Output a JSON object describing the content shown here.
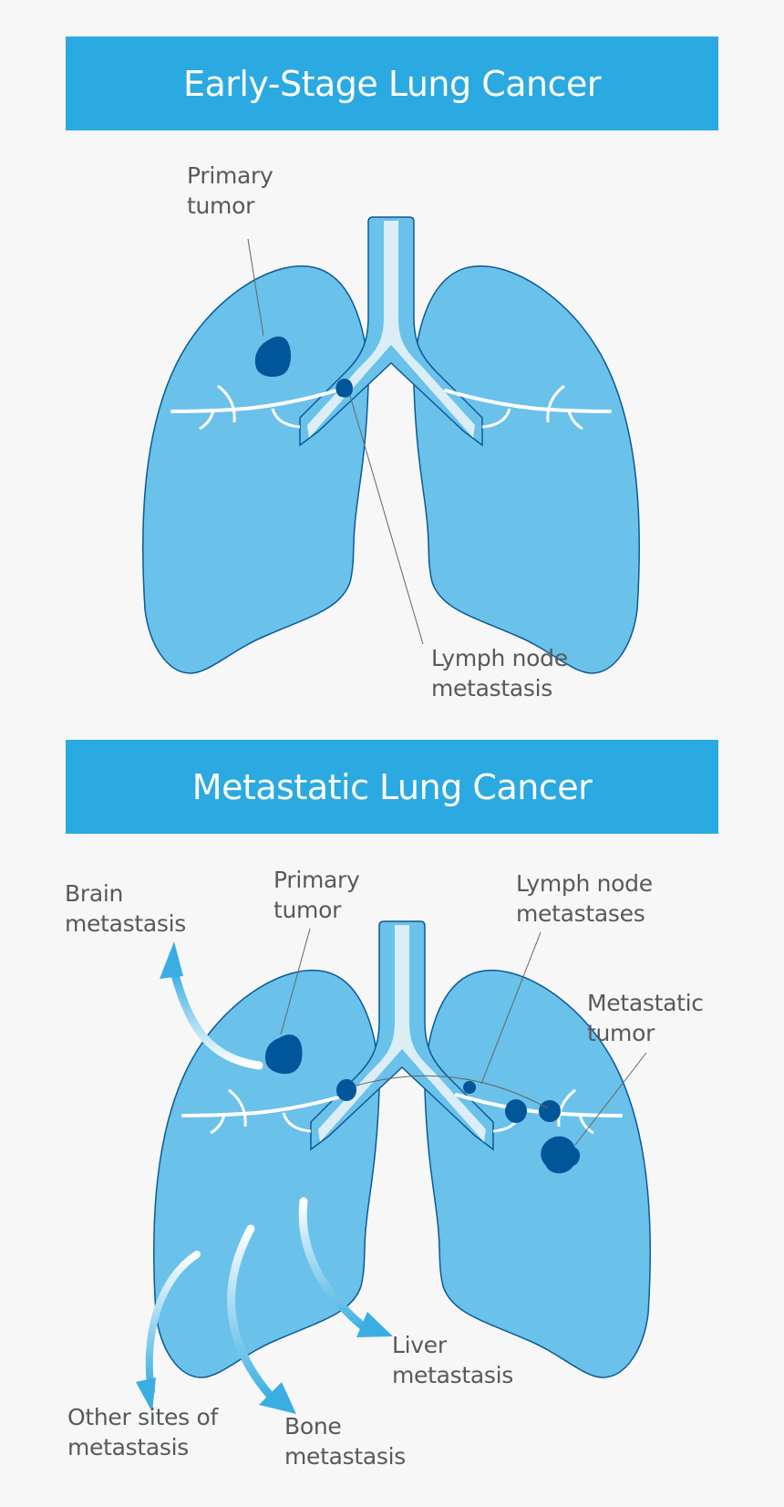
{
  "colors": {
    "banner": "#2ba9e1",
    "lung_fill": "#6ac1ea",
    "lung_stroke": "#0b5a98",
    "airway_light": "#dbeef6",
    "tumor": "#01569a",
    "label_text": "#58595b",
    "background": "#f7f7f7"
  },
  "sections": [
    {
      "title": "Early-Stage Lung Cancer",
      "labels": {
        "primary_tumor": "Primary\ntumor",
        "lymph_node": "Lymph node\nmetastasis"
      }
    },
    {
      "title": "Metastatic Lung Cancer",
      "labels": {
        "brain": "Brain\nmetastasis",
        "primary_tumor": "Primary\ntumor",
        "lymph_nodes": "Lymph node\nmetastases",
        "metastatic_tumor": "Metastatic\ntumor",
        "liver": "Liver\nmetastasis",
        "bone": "Bone\nmetastasis",
        "other": "Other sites of\nmetastasis"
      }
    }
  ]
}
